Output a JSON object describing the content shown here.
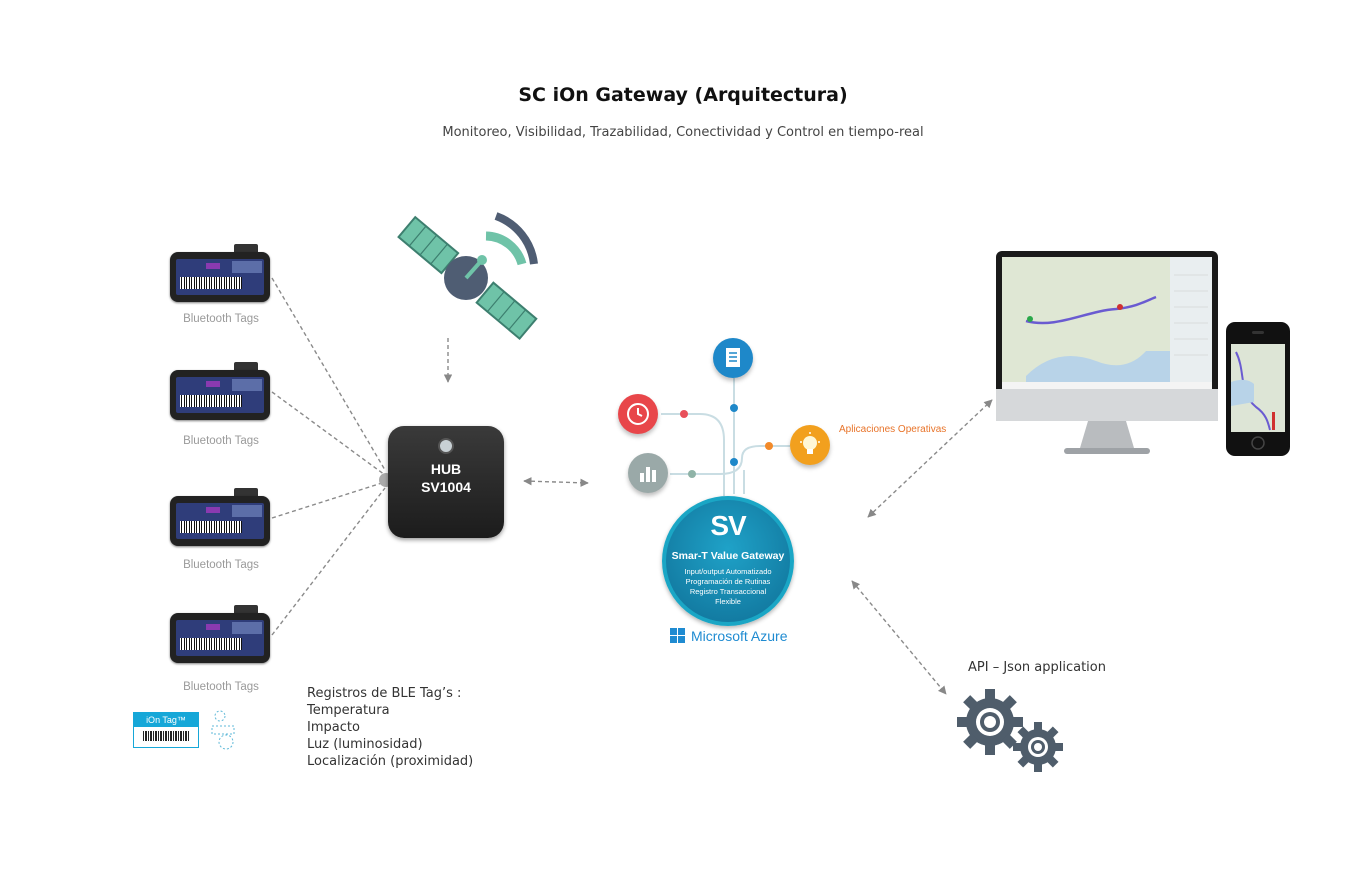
{
  "header": {
    "title": "SC iOn Gateway (Arquitectura)",
    "subtitle": "Monitoreo, Visibilidad, Trazabilidad, Conectividad y Control en tiempo-real"
  },
  "tags": [
    {
      "label": "Bluetooth Tags"
    },
    {
      "label": "Bluetooth Tags"
    },
    {
      "label": "Bluetooth Tags"
    },
    {
      "label": "Bluetooth Tags"
    }
  ],
  "hub": {
    "line1": "HUB",
    "line2": "SV1004"
  },
  "gateway": {
    "logo": "SV",
    "title": "Smar-T Value Gateway",
    "lines": [
      "Input/output Automatizado",
      "Programación de Rutinas",
      "Registro Transaccional",
      "Flexible"
    ],
    "platform": "Microsoft Azure"
  },
  "apps_label": "Aplicaciones Operativas",
  "api_label": "API – Json application",
  "registros": {
    "heading": "Registros de BLE Tag’s :",
    "items": [
      "Temperatura",
      "Impacto",
      "Luz (luminosidad)",
      "Localización (proximidad)"
    ]
  },
  "ion_tag": {
    "label": "iOn Tag™"
  },
  "colors": {
    "satellite_teal": "#6fc3a8",
    "satellite_body": "#4f5d73",
    "clock_red": "#e8464a",
    "doc_blue": "#1e88c9",
    "chart_gray": "#9aa9a8",
    "bulb_orange": "#f2a01e",
    "gateway_blue": "#1396bf",
    "azure_blue": "#1f8bd1",
    "gear_gray": "#4f5d6b"
  },
  "icons": [
    "satellite-icon",
    "clock-icon",
    "document-icon",
    "bar-chart-icon",
    "lightbulb-icon",
    "gear-icon",
    "windows-logo-icon"
  ]
}
